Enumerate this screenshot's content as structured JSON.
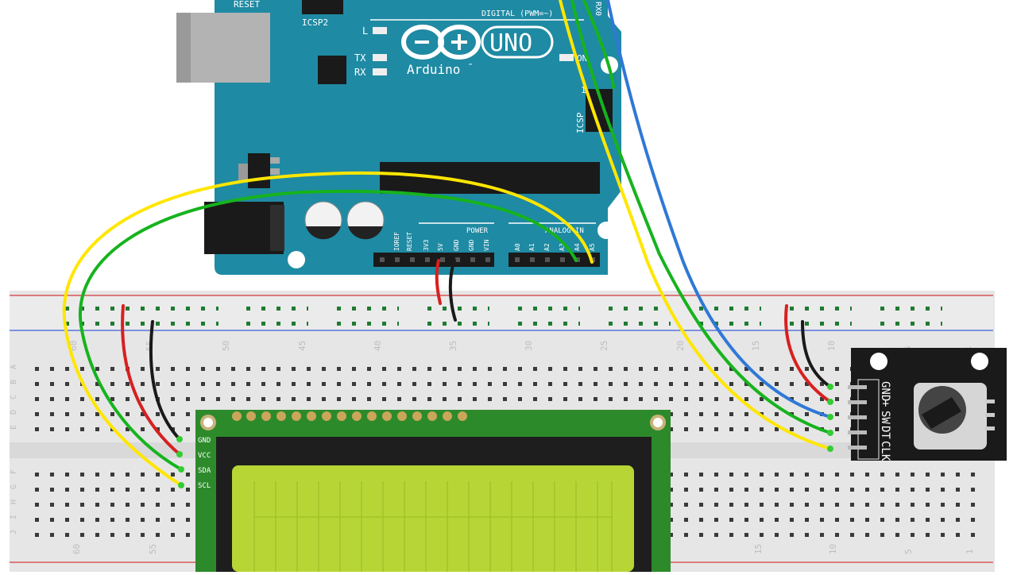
{
  "arduino": {
    "reset_label": "RESET",
    "icsp2_label": "ICSP2",
    "icsp_label": "ICSP",
    "digital_label": "DIGITAL (PWM=~)",
    "rx0_label": "RX0",
    "uno_label": "UNO",
    "brand_label": "Arduino",
    "tm": "™",
    "led_l": "L",
    "led_tx": "TX",
    "led_rx": "RX",
    "led_on": "ON",
    "icsp_one": "1",
    "power_label": "POWER",
    "analog_label": "ANALOG IN",
    "power_pins": [
      "IOREF",
      "RESET",
      "3V3",
      "5V",
      "GND",
      "GND",
      "VIN"
    ],
    "analog_pins": [
      "A0",
      "A1",
      "A2",
      "A3",
      "A4",
      "A5"
    ],
    "board_color": "#1f8aa3"
  },
  "breadboard": {
    "top_numbers": [
      "60",
      "55",
      "50",
      "45",
      "40",
      "35",
      "30",
      "25",
      "20",
      "15",
      "10",
      "5",
      "1"
    ],
    "bottom_numbers": [
      "60",
      "55",
      "15",
      "10",
      "5",
      "1"
    ],
    "left_rows": [
      "A",
      "B",
      "C",
      "D",
      "E"
    ],
    "left_rows_bottom": [
      "F",
      "G",
      "H",
      "I",
      "J"
    ]
  },
  "lcd": {
    "pins": [
      "GND",
      "VCC",
      "SDA",
      "SCL"
    ],
    "screen_color": "#b7d635",
    "pcb_color": "#2d8a2b"
  },
  "encoder": {
    "pins": [
      "GND",
      "+",
      "SW",
      "DT",
      "CLK"
    ]
  },
  "wire_colors": {
    "yellow": "#ffe600",
    "green": "#16b31d",
    "blue": "#2f78d6",
    "red": "#d62020",
    "black": "#1a1a1a"
  }
}
